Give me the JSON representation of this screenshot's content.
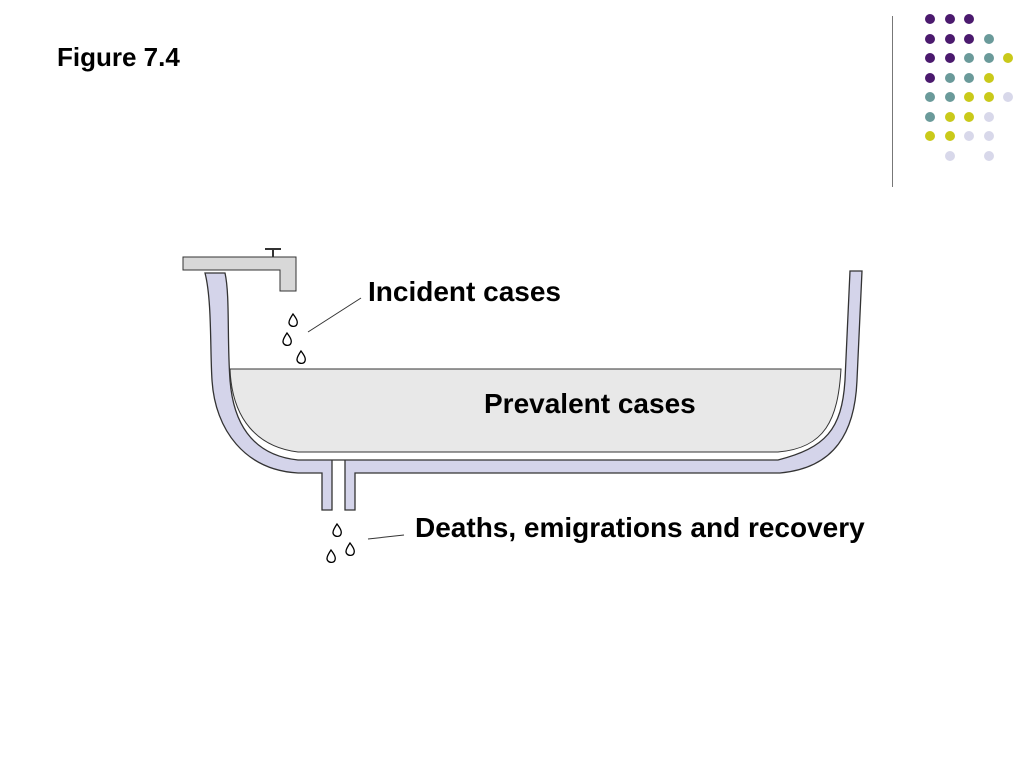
{
  "slide": {
    "title": "Figure 7.4"
  },
  "diagram": {
    "labels": {
      "incident": "Incident cases",
      "prevalent": "Prevalent cases",
      "outflow": "Deaths, emigrations and recovery"
    }
  },
  "theme": {
    "dot_colors": {
      "purple": "#4b1a6e",
      "teal": "#6a9a9a",
      "yellow": "#c9c91a",
      "lavender": "#d8d8ea"
    },
    "divider_color": "#777777",
    "tub_fill": "#d4d4ea",
    "water_fill": "#e8e8e8",
    "faucet_fill": "#d8d8d8",
    "outline": "#333333"
  }
}
